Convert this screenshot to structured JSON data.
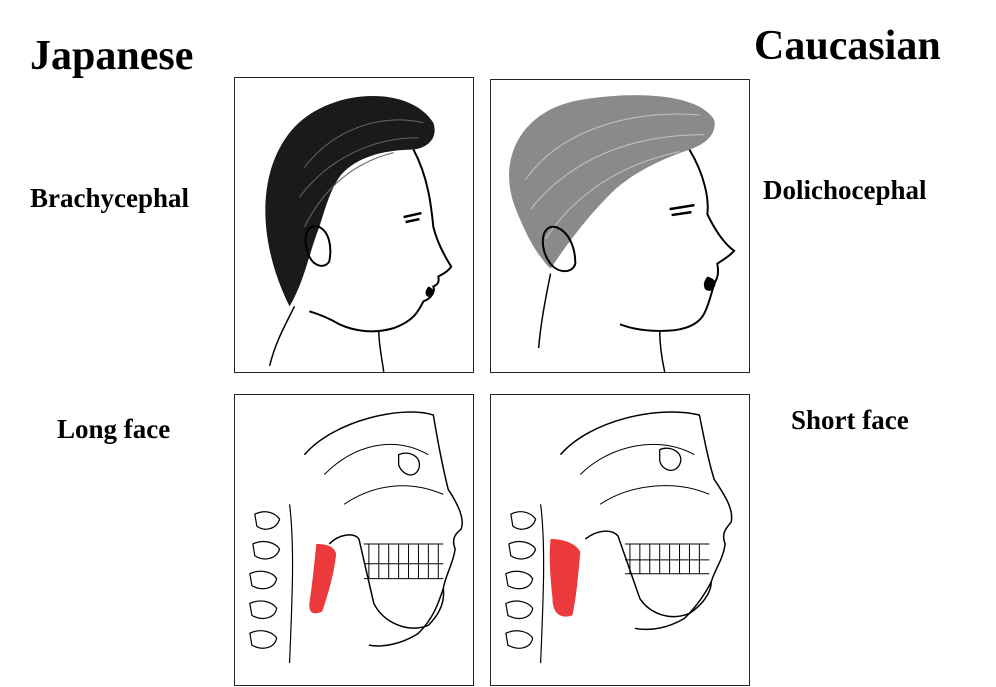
{
  "headings": {
    "left": "Japanese",
    "right": "Caucasian"
  },
  "labels": {
    "brachycephal": "Brachycephal",
    "dolichocephal": "Dolichocephal",
    "long_face": "Long face",
    "short_face": "Short face"
  },
  "colors": {
    "hair_japanese": "#1a1a1a",
    "hair_caucasian": "#8a8a8a",
    "airway_highlight": "#e8161a",
    "line": "#000000"
  }
}
